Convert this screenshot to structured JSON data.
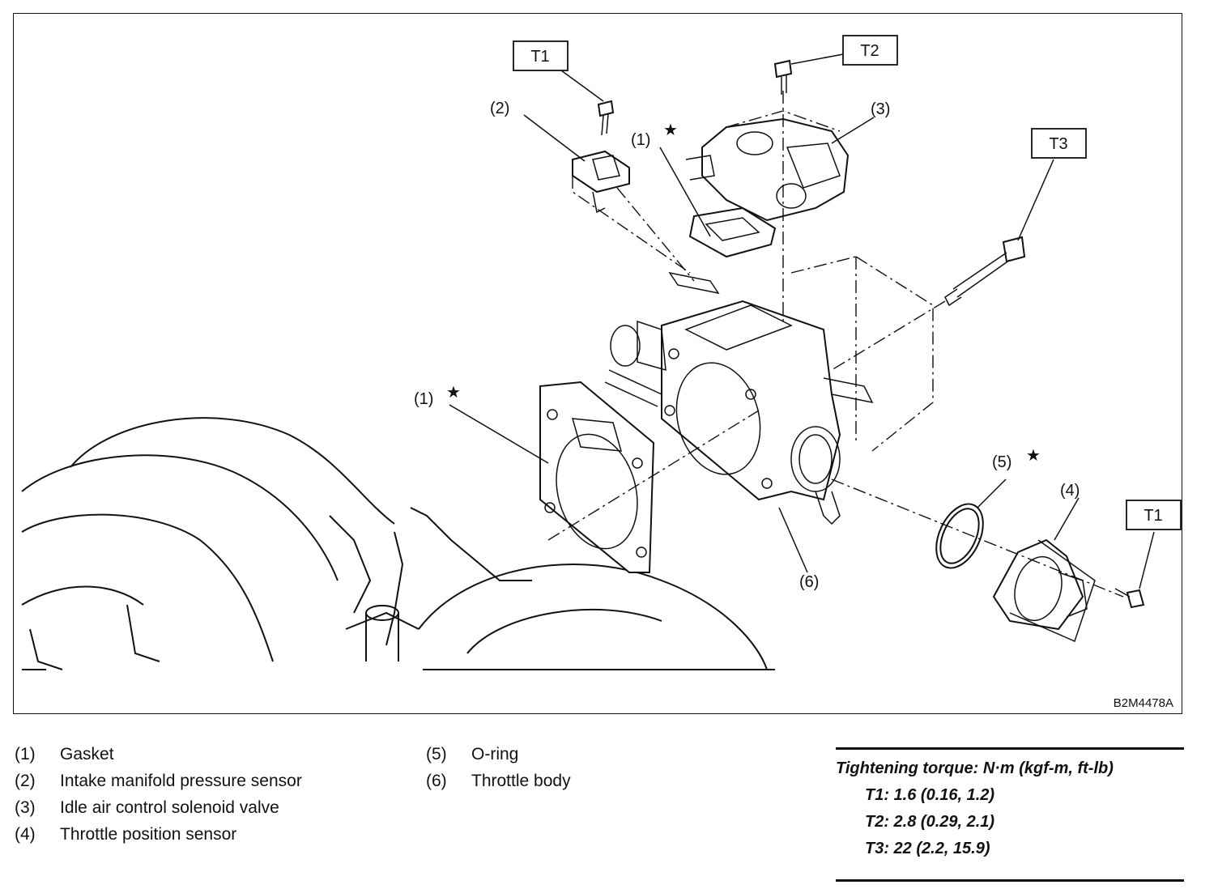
{
  "diagram": {
    "code": "B2M4478A",
    "callouts": {
      "c1_top": "(1)",
      "c1_left": "(1)",
      "c2": "(2)",
      "c3": "(3)",
      "c4": "(4)",
      "c5": "(5)",
      "c6": "(6)",
      "star": "★",
      "t1_top": "T1",
      "t2": "T2",
      "t3": "T3",
      "t1_right": "T1"
    }
  },
  "legend": [
    {
      "num": "(1)",
      "label": "Gasket"
    },
    {
      "num": "(2)",
      "label": "Intake manifold pressure sensor"
    },
    {
      "num": "(3)",
      "label": "Idle air control solenoid valve"
    },
    {
      "num": "(4)",
      "label": "Throttle position sensor"
    },
    {
      "num": "(5)",
      "label": "O-ring"
    },
    {
      "num": "(6)",
      "label": "Throttle body"
    }
  ],
  "torque": {
    "title": "Tightening torque: N·m (kgf-m, ft-lb)",
    "values": [
      "T1: 1.6 (0.16, 1.2)",
      "T2: 2.8 (0.29, 2.1)",
      "T3: 22 (2.2, 15.9)"
    ]
  }
}
